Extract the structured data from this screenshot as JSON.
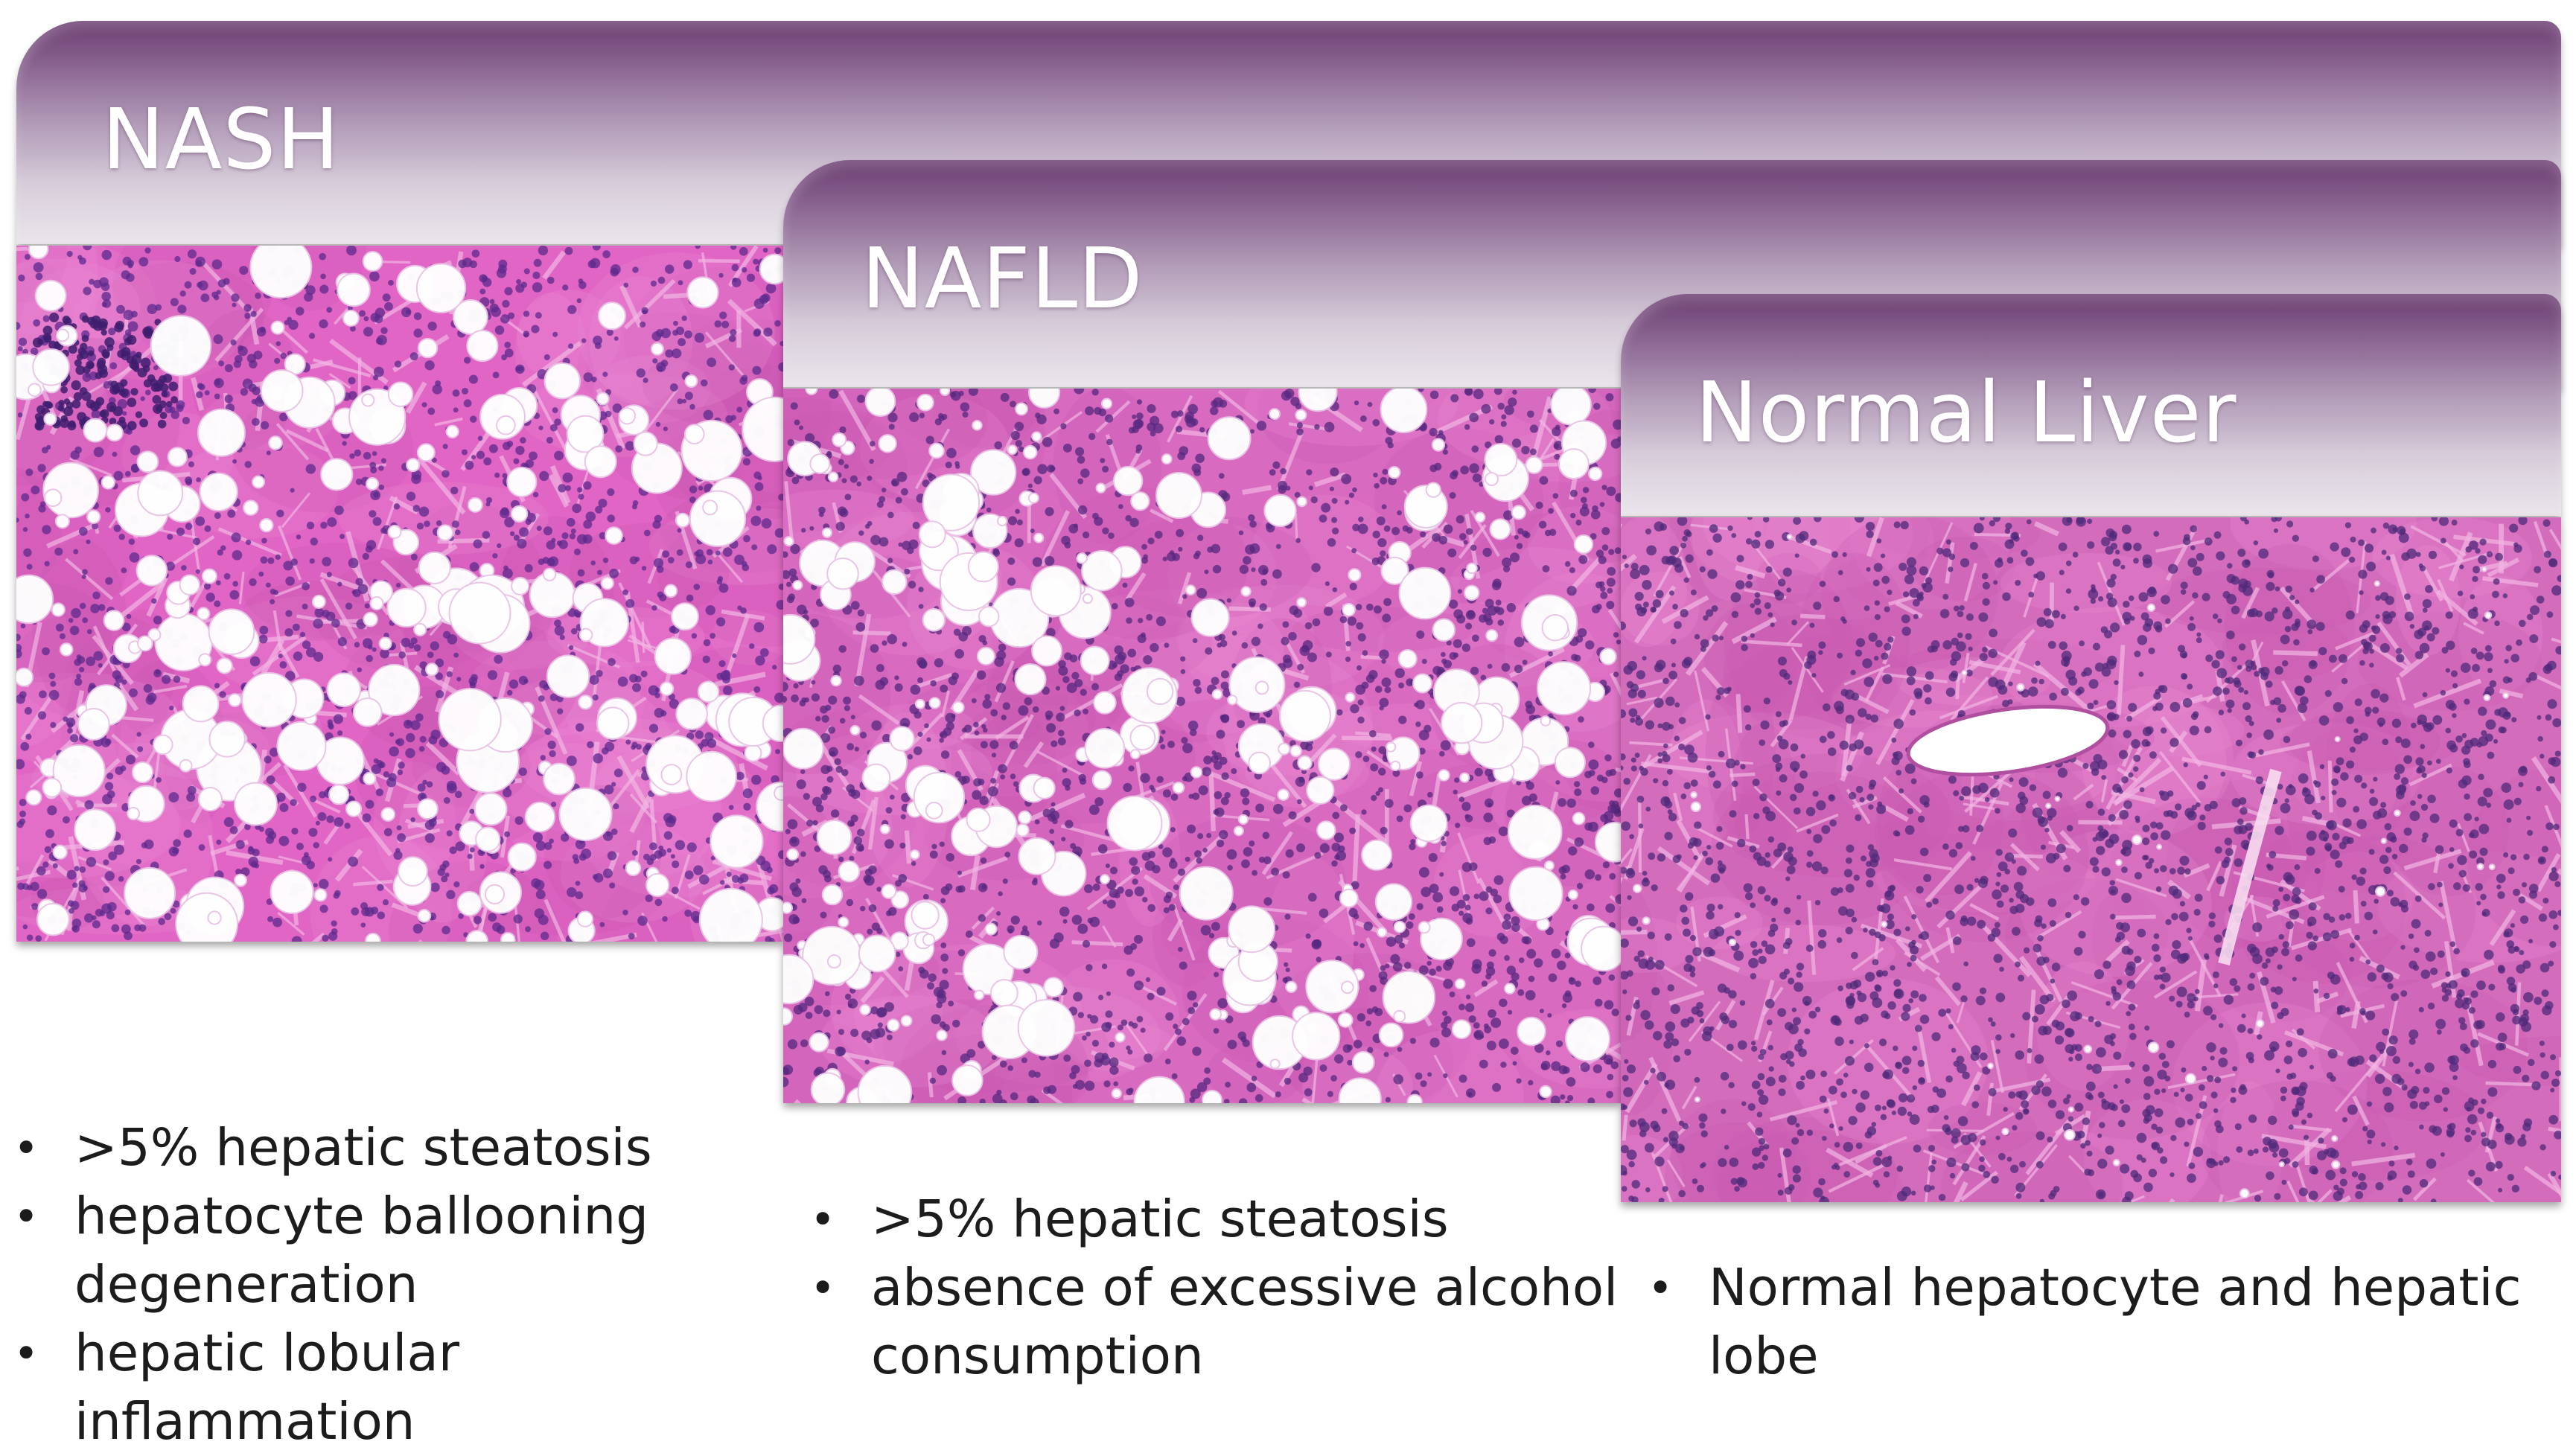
{
  "panels": [
    {
      "id": "nash",
      "title": "NASH",
      "colors": {
        "base": "#e065c4",
        "nuclei": "#5c2a8c",
        "fat": "#ffffff"
      },
      "bullets": [
        ">5% hepatic steatosis",
        "hepatocyte ballooning degeneration",
        "hepatic lobular inflammation"
      ]
    },
    {
      "id": "nafld",
      "title": "NAFLD",
      "colors": {
        "base": "#d86ac0",
        "nuclei": "#55287f",
        "fat": "#ffffff"
      },
      "bullets": [
        ">5% hepatic steatosis",
        "absence of excessive alcohol consumption"
      ]
    },
    {
      "id": "normal-liver",
      "title": "Normal Liver",
      "colors": {
        "base": "#d46cbc",
        "nuclei": "#4f2a7a",
        "fat": "#ffffff"
      },
      "bullets": [
        "Normal hepatocyte and hepatic lobe"
      ]
    }
  ]
}
